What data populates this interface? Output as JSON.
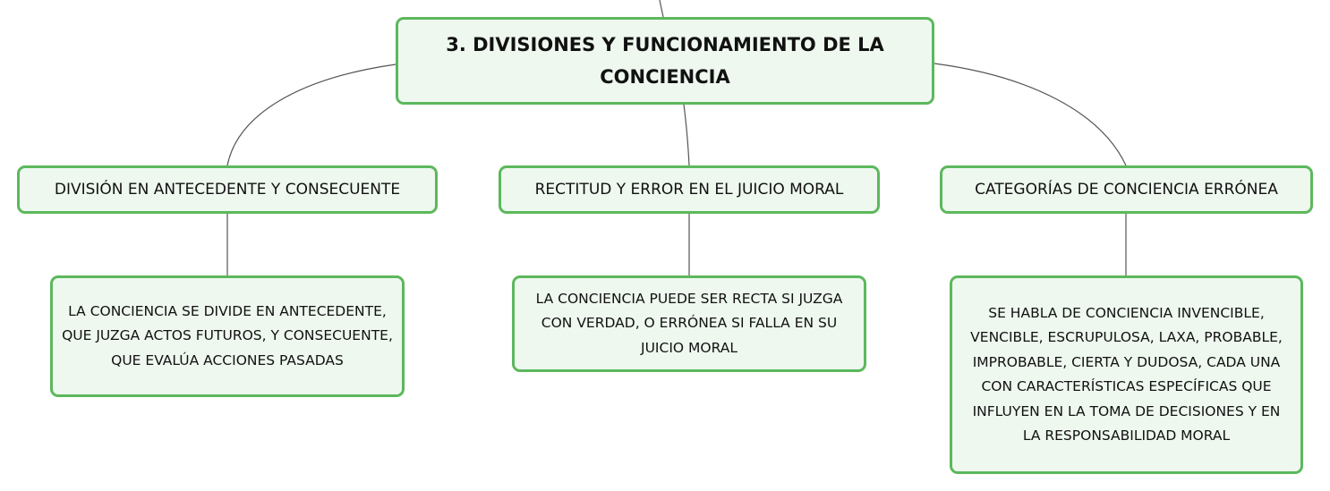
{
  "root": {
    "title": "3. DIVISIONES Y FUNCIONAMIENTO DE LA CONCIENCIA"
  },
  "branches": [
    {
      "title": "DIVISIÓN EN ANTECEDENTE Y CONSECUENTE",
      "detail": "LA CONCIENCIA SE DIVIDE EN ANTECEDENTE, QUE JUZGA ACTOS FUTUROS, Y CONSECUENTE, QUE EVALÚA ACCIONES PASADAS"
    },
    {
      "title": "RECTITUD Y ERROR EN EL JUICIO MORAL",
      "detail": "LA CONCIENCIA PUEDE SER RECTA SI JUZGA CON VERDAD, O ERRÓNEA SI FALLA EN SU JUICIO MORAL"
    },
    {
      "title": "CATEGORÍAS DE CONCIENCIA ERRÓNEA",
      "detail": "SE HABLA DE CONCIENCIA INVENCIBLE, VENCIBLE, ESCRUPULOSA, LAXA, PROBABLE, IMPROBABLE, CIERTA Y DUDOSA, CADA UNA CON CARACTERÍSTICAS ESPECÍFICAS QUE INFLUYEN EN LA TOMA DE DECISIONES Y EN LA RESPONSABILIDAD MORAL"
    }
  ],
  "colors": {
    "node_border": "#5cb85c",
    "node_fill": "#eef8ef",
    "connector": "#555555",
    "text": "#111111"
  }
}
